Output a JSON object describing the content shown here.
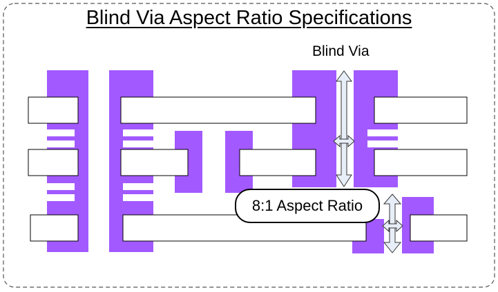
{
  "title": "Blind Via Aspect Ratio Specifications",
  "via_label": "Blind Via",
  "callout_label": "8:1 Aspect Ratio",
  "colors": {
    "copper": "#a259ff",
    "pad_fill": "#ffffff",
    "outline": "#000000",
    "arrow_fill": "#e8eef8",
    "border": "#555555"
  },
  "icons": [
    "double-headed-vertical-arrow",
    "double-headed-horizontal-arrow"
  ]
}
